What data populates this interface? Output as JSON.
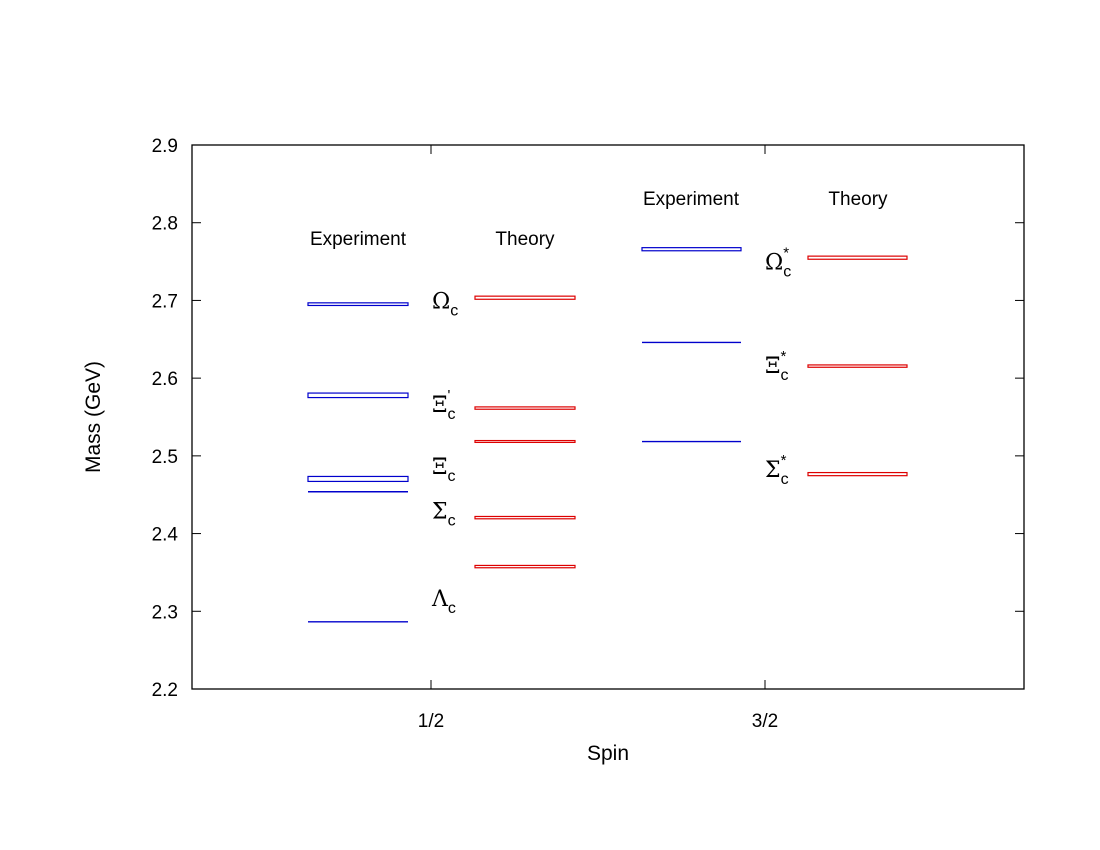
{
  "chart_data": {
    "type": "level_diagram",
    "xlabel": "Spin",
    "ylabel": "Mass (GeV)",
    "ylim": [
      2.2,
      2.9
    ],
    "yticks": [
      "2.2",
      "2.3",
      "2.4",
      "2.5",
      "2.6",
      "2.7",
      "2.8",
      "2.9"
    ],
    "xticks": [
      "1/2",
      "3/2"
    ],
    "grid": false,
    "groups": [
      {
        "spin": "1/2",
        "columns": [
          {
            "name": "Experiment",
            "color": "#0000cc",
            "levels": [
              {
                "mass": 2.6952,
                "unc": 0.0017
              },
              {
                "mass": 2.5779,
                "unc": 0.0029
              },
              {
                "mass": 2.4703,
                "unc": 0.0032
              },
              {
                "mass": 2.4538,
                "unc": 0.0002
              },
              {
                "mass": 2.2865,
                "unc": 0.0001
              }
            ]
          },
          {
            "name": "Theory",
            "color": "#dd0000",
            "levels": [
              {
                "mass": 2.7035,
                "unc": 0.002
              },
              {
                "mass": 2.5615,
                "unc": 0.0015
              },
              {
                "mass": 2.5185,
                "unc": 0.0012
              },
              {
                "mass": 2.4205,
                "unc": 0.0015
              },
              {
                "mass": 2.3575,
                "unc": 0.0015
              }
            ]
          }
        ],
        "labels": [
          {
            "base": "Ω",
            "sub": "c",
            "sup": "",
            "mass": 2.7
          },
          {
            "base": "Ξ",
            "sub": "c",
            "sup": "'",
            "mass": 2.567
          },
          {
            "base": "Ξ",
            "sub": "c",
            "sup": "",
            "mass": 2.487
          },
          {
            "base": "Σ",
            "sub": "c",
            "sup": "",
            "mass": 2.43
          },
          {
            "base": "Λ",
            "sub": "c",
            "sup": "",
            "mass": 2.317
          }
        ]
      },
      {
        "spin": "3/2",
        "columns": [
          {
            "name": "Experiment",
            "color": "#0000cc",
            "levels": [
              {
                "mass": 2.7659,
                "unc": 0.002
              },
              {
                "mass": 2.6459,
                "unc": 0.0005
              },
              {
                "mass": 2.5184,
                "unc": 0.0006
              }
            ]
          },
          {
            "name": "Theory",
            "color": "#dd0000",
            "levels": [
              {
                "mass": 2.755,
                "unc": 0.002
              },
              {
                "mass": 2.6155,
                "unc": 0.0015
              },
              {
                "mass": 2.4765,
                "unc": 0.002
              }
            ]
          }
        ],
        "labels": [
          {
            "base": "Ω",
            "sub": "c",
            "sup": "*",
            "mass": 2.75
          },
          {
            "base": "Ξ",
            "sub": "c",
            "sup": "*",
            "mass": 2.617
          },
          {
            "base": "Σ",
            "sub": "c",
            "sup": "*",
            "mass": 2.483
          }
        ]
      }
    ]
  }
}
